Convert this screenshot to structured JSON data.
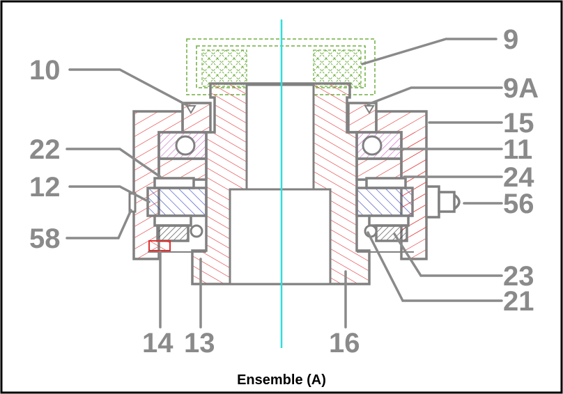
{
  "caption": "Ensemble (A)",
  "labels": {
    "l9": "9",
    "l9a": "9A",
    "l10": "10",
    "l11": "11",
    "l12": "12",
    "l13": "13",
    "l14": "14",
    "l15": "15",
    "l16": "16",
    "l21": "21",
    "l22": "22",
    "l23": "23",
    "l24": "24",
    "l56": "56",
    "l58": "58"
  },
  "colors": {
    "label": "#8a8a8a",
    "outline": "#808080",
    "section_hatch": "#e03030",
    "bearing_hatch": "#c040c0",
    "bush_hatch": "#3040c0",
    "seal_hatch": "#303030",
    "phantom": "#6fae3f",
    "axis": "#33dddd",
    "frame": "#000000"
  }
}
